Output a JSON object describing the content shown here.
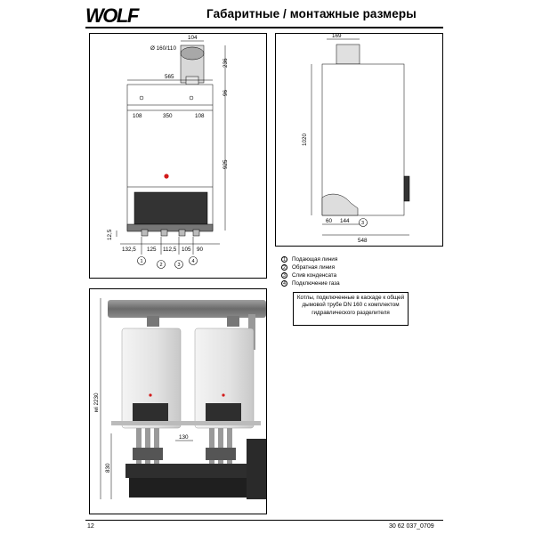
{
  "header": {
    "brand": "WOLF",
    "title": "Габаритные / монтажные размеры"
  },
  "front_view": {
    "flue_diameter": "Ø 160/110",
    "dim_flue_width": "104",
    "dim_width": "565",
    "dim_flue_height": "236",
    "dim_top_offset": "96",
    "dim_left_conn": "108",
    "dim_mid_conn": "350",
    "dim_right_conn": "108",
    "dim_height": "925",
    "dim_bottom_offset": "12,5",
    "dim_bottom_spacing": [
      "132,5",
      "125",
      "112,5",
      "105",
      "90"
    ],
    "connection_numbers": [
      "1",
      "2",
      "3",
      "4"
    ]
  },
  "side_view": {
    "dim_flue_offset": "169",
    "dim_height": "1020",
    "dim_conn_offset": "60",
    "dim_conn_spacing": "144",
    "dim_depth": "548",
    "callout": "3"
  },
  "legend": [
    {
      "num": "1",
      "label": "Подающая линия"
    },
    {
      "num": "2",
      "label": "Обратная линия"
    },
    {
      "num": "3",
      "label": "Слив конденсата"
    },
    {
      "num": "4",
      "label": "Подключение газа"
    }
  ],
  "photo": {
    "dim_total_height": "мі 2230",
    "dim_spacing": "130",
    "dim_lower_height": "830"
  },
  "note": "Котлы, подключенные в каскаде к общей дымовой трубе DN 160 с комплектом гидравлического разделителя",
  "footer": {
    "page_number": "12",
    "doc_number": "30 62 037_0709"
  },
  "colors": {
    "indicator": "#d21a1a",
    "boiler_body": "#ffffff",
    "base_dark": "#3a3a3a",
    "flue_pipe": "#8c8c8c"
  }
}
